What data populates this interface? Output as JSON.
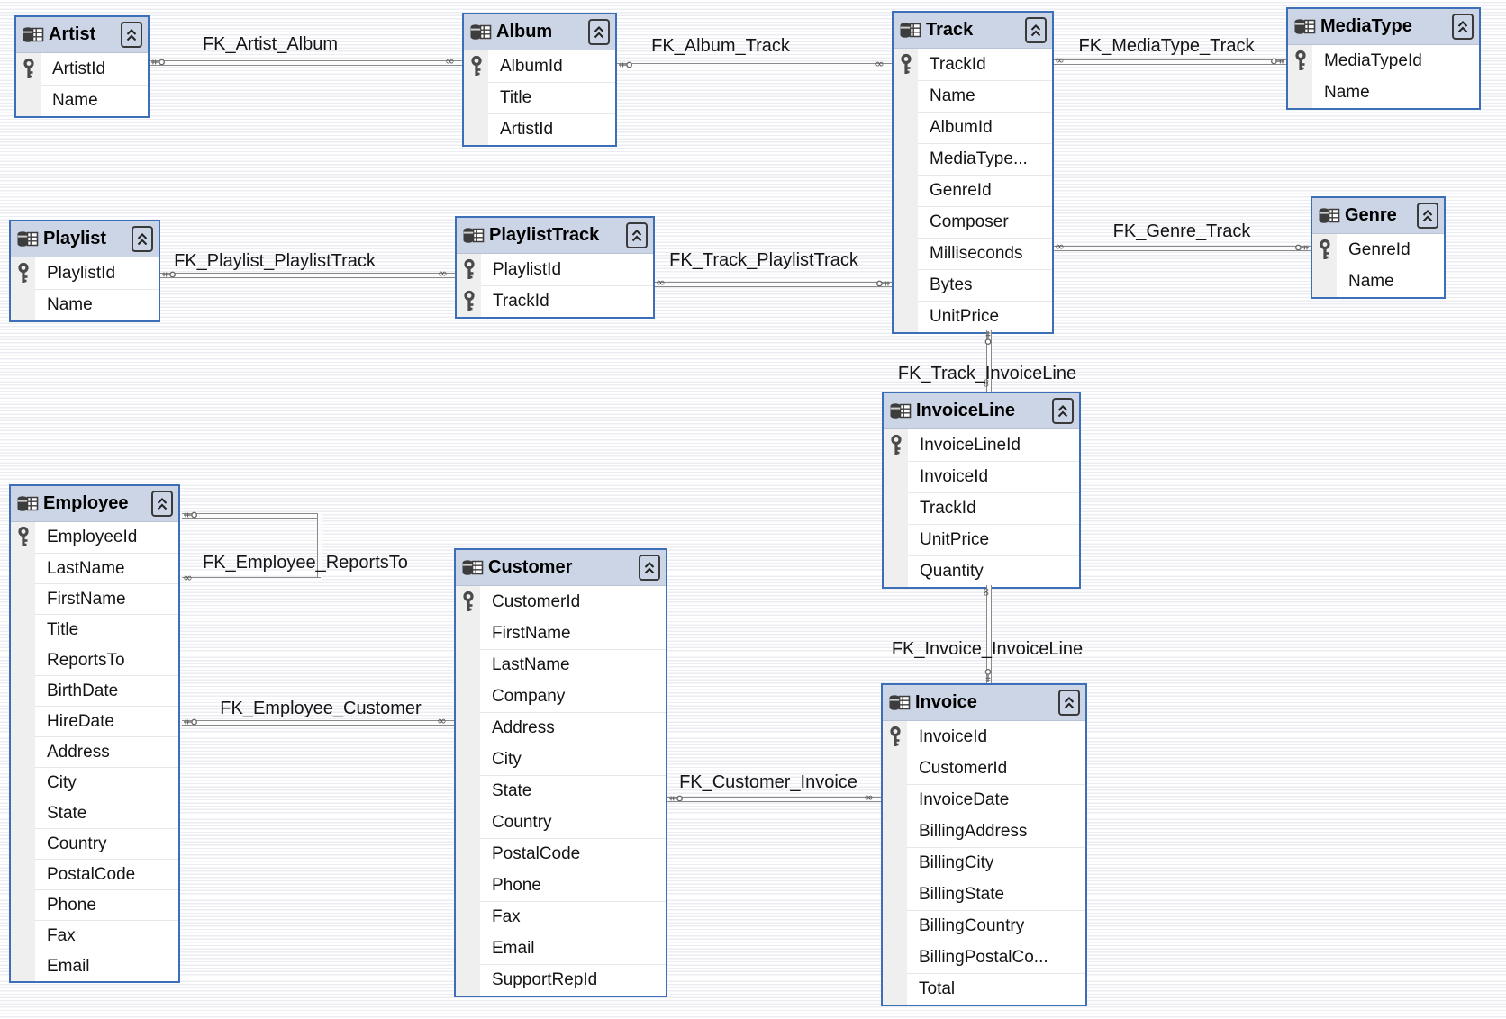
{
  "diagram": {
    "title": "database-diagram",
    "tables": [
      {
        "name": "Artist",
        "columns": [
          {
            "label": "ArtistId",
            "key": true
          },
          {
            "label": "Name",
            "key": false
          }
        ]
      },
      {
        "name": "Album",
        "columns": [
          {
            "label": "AlbumId",
            "key": true
          },
          {
            "label": "Title",
            "key": false
          },
          {
            "label": "ArtistId",
            "key": false
          }
        ]
      },
      {
        "name": "Track",
        "columns": [
          {
            "label": "TrackId",
            "key": true
          },
          {
            "label": "Name",
            "key": false
          },
          {
            "label": "AlbumId",
            "key": false
          },
          {
            "label": "MediaType...",
            "key": false,
            "truncated": true
          },
          {
            "label": "GenreId",
            "key": false
          },
          {
            "label": "Composer",
            "key": false
          },
          {
            "label": "Milliseconds",
            "key": false
          },
          {
            "label": "Bytes",
            "key": false
          },
          {
            "label": "UnitPrice",
            "key": false
          }
        ]
      },
      {
        "name": "MediaType",
        "columns": [
          {
            "label": "MediaTypeId",
            "key": true
          },
          {
            "label": "Name",
            "key": false
          }
        ]
      },
      {
        "name": "Genre",
        "columns": [
          {
            "label": "GenreId",
            "key": true
          },
          {
            "label": "Name",
            "key": false
          }
        ]
      },
      {
        "name": "Playlist",
        "columns": [
          {
            "label": "PlaylistId",
            "key": true
          },
          {
            "label": "Name",
            "key": false
          }
        ]
      },
      {
        "name": "PlaylistTrack",
        "columns": [
          {
            "label": "PlaylistId",
            "key": true
          },
          {
            "label": "TrackId",
            "key": true
          }
        ]
      },
      {
        "name": "InvoiceLine",
        "columns": [
          {
            "label": "InvoiceLineId",
            "key": true
          },
          {
            "label": "InvoiceId",
            "key": false
          },
          {
            "label": "TrackId",
            "key": false
          },
          {
            "label": "UnitPrice",
            "key": false
          },
          {
            "label": "Quantity",
            "key": false
          }
        ]
      },
      {
        "name": "Invoice",
        "columns": [
          {
            "label": "InvoiceId",
            "key": true
          },
          {
            "label": "CustomerId",
            "key": false
          },
          {
            "label": "InvoiceDate",
            "key": false
          },
          {
            "label": "BillingAddress",
            "key": false
          },
          {
            "label": "BillingCity",
            "key": false
          },
          {
            "label": "BillingState",
            "key": false
          },
          {
            "label": "BillingCountry",
            "key": false
          },
          {
            "label": "BillingPostalCo...",
            "key": false,
            "truncated": true
          },
          {
            "label": "Total",
            "key": false
          }
        ]
      },
      {
        "name": "Employee",
        "columns": [
          {
            "label": "EmployeeId",
            "key": true
          },
          {
            "label": "LastName",
            "key": false
          },
          {
            "label": "FirstName",
            "key": false
          },
          {
            "label": "Title",
            "key": false
          },
          {
            "label": "ReportsTo",
            "key": false
          },
          {
            "label": "BirthDate",
            "key": false
          },
          {
            "label": "HireDate",
            "key": false
          },
          {
            "label": "Address",
            "key": false
          },
          {
            "label": "City",
            "key": false
          },
          {
            "label": "State",
            "key": false
          },
          {
            "label": "Country",
            "key": false
          },
          {
            "label": "PostalCode",
            "key": false
          },
          {
            "label": "Phone",
            "key": false
          },
          {
            "label": "Fax",
            "key": false
          },
          {
            "label": "Email",
            "key": false
          }
        ]
      },
      {
        "name": "Customer",
        "columns": [
          {
            "label": "CustomerId",
            "key": true
          },
          {
            "label": "FirstName",
            "key": false
          },
          {
            "label": "LastName",
            "key": false
          },
          {
            "label": "Company",
            "key": false
          },
          {
            "label": "Address",
            "key": false
          },
          {
            "label": "City",
            "key": false
          },
          {
            "label": "State",
            "key": false
          },
          {
            "label": "Country",
            "key": false
          },
          {
            "label": "PostalCode",
            "key": false
          },
          {
            "label": "Phone",
            "key": false
          },
          {
            "label": "Fax",
            "key": false
          },
          {
            "label": "Email",
            "key": false
          },
          {
            "label": "SupportRepId",
            "key": false
          }
        ]
      }
    ],
    "relationships": [
      {
        "label": "FK_Artist_Album",
        "one_side": "Artist",
        "many_side": "Album"
      },
      {
        "label": "FK_Album_Track",
        "one_side": "Album",
        "many_side": "Track"
      },
      {
        "label": "FK_MediaType_Track",
        "one_side": "MediaType",
        "many_side": "Track"
      },
      {
        "label": "FK_Genre_Track",
        "one_side": "Genre",
        "many_side": "Track"
      },
      {
        "label": "FK_Playlist_PlaylistTrack",
        "one_side": "Playlist",
        "many_side": "PlaylistTrack"
      },
      {
        "label": "FK_Track_PlaylistTrack",
        "one_side": "Track",
        "many_side": "PlaylistTrack"
      },
      {
        "label": "FK_Track_InvoiceLine",
        "one_side": "Track",
        "many_side": "InvoiceLine"
      },
      {
        "label": "FK_Invoice_InvoiceLine",
        "one_side": "Invoice",
        "many_side": "InvoiceLine"
      },
      {
        "label": "FK_Employee_ReportsTo",
        "one_side": "Employee",
        "many_side": "Employee"
      },
      {
        "label": "FK_Employee_Customer",
        "one_side": "Employee",
        "many_side": "Customer"
      },
      {
        "label": "FK_Customer_Invoice",
        "one_side": "Customer",
        "many_side": "Invoice"
      }
    ],
    "icons": {
      "table_header": "table-icon",
      "collapse": "collapse-chevrons-icon",
      "primary_key": "key-icon",
      "endpoint_one": "key-endpoint-icon",
      "endpoint_many": "infinity-endpoint-icon",
      "endpoint_many_glyph": "∞"
    },
    "colors": {
      "table_border": "#3c6fb8",
      "header_bg": "#ccd5e5",
      "gutter_bg": "#efefef",
      "row_bg": "#ffffff",
      "line": "#8a8a8a",
      "canvas_stripe": "#ecedf3",
      "text": "#141414"
    }
  }
}
